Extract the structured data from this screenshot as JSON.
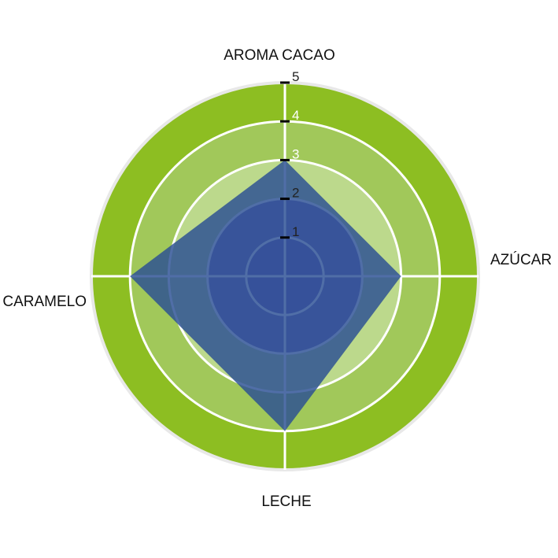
{
  "chart_data": {
    "type": "radar",
    "title": "",
    "axes": [
      "AROMA CACAO",
      "AZÚCAR",
      "LECHE",
      "CARAMELO"
    ],
    "values": [
      3,
      3,
      4,
      4
    ],
    "range": [
      0,
      5
    ],
    "ticks": [
      1,
      2,
      3,
      4,
      5
    ],
    "tick_labels": [
      "1",
      "2",
      "3",
      "4",
      "5"
    ],
    "colors": {
      "ring_5": "#8dbe22",
      "ring_4": "#a1c85a",
      "ring_3": "#bcd98c",
      "ring_2": "#7a6fb8",
      "ring_1": "#6e62b4",
      "polygon": "#2a4e94",
      "grid_line": "#ffffff",
      "outer_edge": "#e8e8e8",
      "tick_mark": "#000000",
      "tick_text_dark": "#222222",
      "tick_text_light": "#ffffff"
    }
  }
}
